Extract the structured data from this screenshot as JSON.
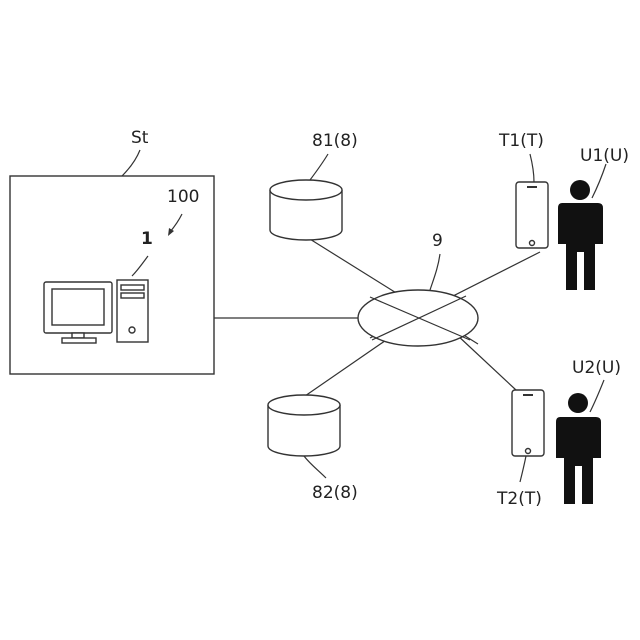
{
  "labels": {
    "station": "St",
    "system": "100",
    "computer": "1",
    "network": "9",
    "db1": "81(8)",
    "db2": "82(8)",
    "terminal1": "T1(T)",
    "terminal2": "T2(T)",
    "user1": "U1(U)",
    "user2": "U2(U)"
  },
  "icons": {
    "computer": "desktop-computer-icon",
    "database": "database-cylinder-icon",
    "terminal": "smartphone-icon",
    "user": "person-icon"
  }
}
